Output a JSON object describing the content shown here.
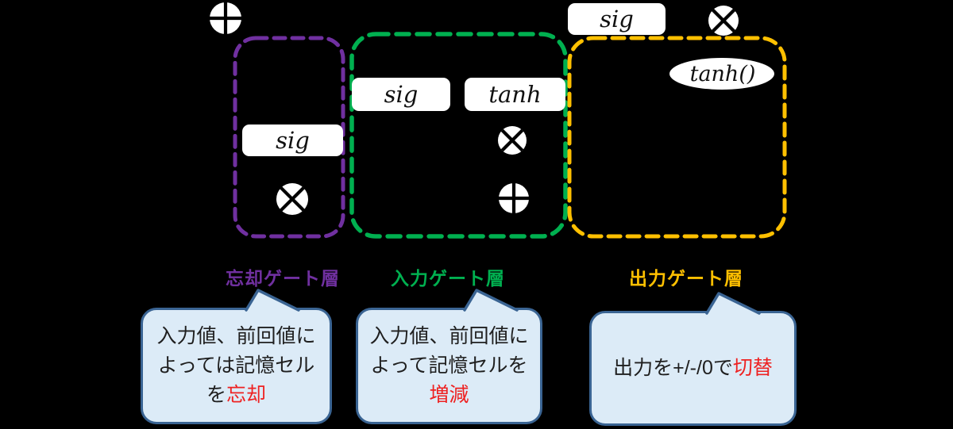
{
  "diagram": {
    "operators": {
      "add": "⊕",
      "multiply": "⊗"
    },
    "nodes": {
      "forget_sig": "sig",
      "input_sig": "sig",
      "input_tanh": "tanh",
      "output_sig": "sig",
      "output_tanh": "tanh()"
    },
    "gates": [
      {
        "label": "忘却ゲート層",
        "color": "#7030a0"
      },
      {
        "label": "入力ゲート層",
        "color": "#00b050"
      },
      {
        "label": "出力ゲート層",
        "color": "#ffc000"
      }
    ],
    "colors": {
      "background": "#000000",
      "node_fill": "#ffffff",
      "node_text": "#111111",
      "highlight_red": "#ee2222",
      "callout_fill": "#dcebf7",
      "callout_border": "#3a6493"
    }
  },
  "callouts": [
    {
      "body": "入力値、前回値に\nよっては記憶セル\nを",
      "highlight": "忘却"
    },
    {
      "body": "入力値、前回値に\nよって記憶セルを\n",
      "highlight": "増減"
    },
    {
      "body": "出力を+/-/0で",
      "highlight": "切替"
    }
  ]
}
